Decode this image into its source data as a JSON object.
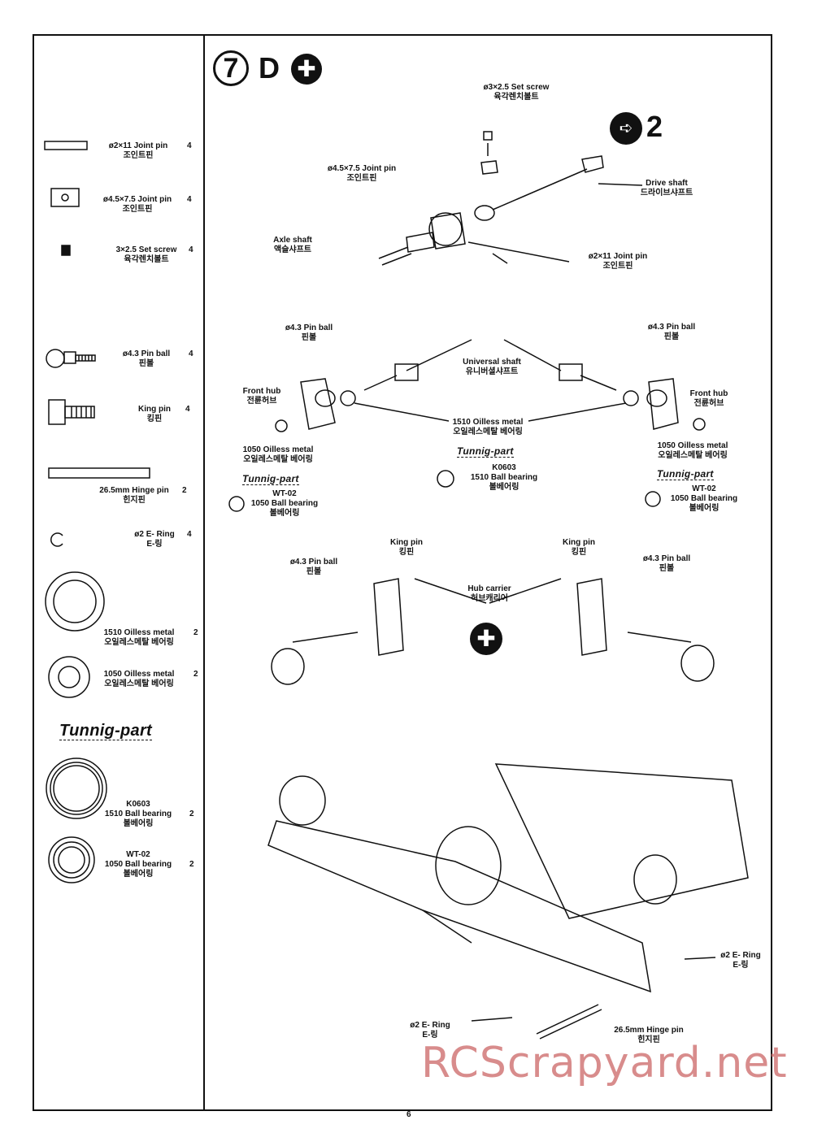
{
  "step": {
    "number": "7",
    "letter": "D",
    "qty_multiplier": "2"
  },
  "parts": [
    {
      "name": "ø2×11 Joint pin",
      "ko": "조인트핀",
      "qty": "4"
    },
    {
      "name": "ø4.5×7.5 Joint pin",
      "ko": "조인트핀",
      "qty": "4"
    },
    {
      "name": "3×2.5 Set screw",
      "ko": "육각렌치볼트",
      "qty": "4"
    },
    {
      "name": "ø4.3 Pin ball",
      "ko": "핀볼",
      "qty": "4"
    },
    {
      "name": "King pin",
      "ko": "킹핀",
      "qty": "4"
    },
    {
      "name": "26.5mm Hinge pin",
      "ko": "힌지핀",
      "qty": "2"
    },
    {
      "name": "ø2 E- Ring",
      "ko": "E-링",
      "qty": "4"
    },
    {
      "name": "1510 Oilless metal",
      "ko": "오일레스메탈 베어링",
      "qty": "2"
    },
    {
      "name": "1050 Oilless metal",
      "ko": "오일레스메탈 베어링",
      "qty": "2"
    }
  ],
  "tuning": {
    "heading": "Tunnig-part",
    "parts": [
      {
        "code": "K0603",
        "name": "1510 Ball bearing",
        "ko": "볼베어링",
        "qty": "2"
      },
      {
        "code": "WT-02",
        "name": "1050 Ball bearing",
        "ko": "볼베어링",
        "qty": "2"
      }
    ]
  },
  "callouts": {
    "set_screw": {
      "name": "ø3×2.5 Set screw",
      "ko": "육각렌치볼트"
    },
    "joint_pin_45": {
      "name": "ø4.5×7.5 Joint pin",
      "ko": "조인트핀"
    },
    "drive_shaft": {
      "name": "Drive shaft",
      "ko": "드라이브샤프트"
    },
    "axle_shaft": {
      "name": "Axle shaft",
      "ko": "액슬샤프트"
    },
    "joint_pin_2": {
      "name": "ø2×11 Joint pin",
      "ko": "조인트핀"
    },
    "pin_ball_left": {
      "name": "ø4.3 Pin ball",
      "ko": "핀볼"
    },
    "pin_ball_right": {
      "name": "ø4.3 Pin ball",
      "ko": "핀볼"
    },
    "universal_shaft": {
      "name": "Universal shaft",
      "ko": "유니버셜샤프트"
    },
    "front_hub_left": {
      "name": "Front hub",
      "ko": "전륜허브"
    },
    "front_hub_right": {
      "name": "Front hub",
      "ko": "전륜허브"
    },
    "oilless_1510": {
      "name": "1510 Oilless metal",
      "ko": "오일레스메탈 베어링"
    },
    "oilless_1050_left": {
      "name": "1050 Oilless metal",
      "ko": "오일레스메탈 베어링"
    },
    "oilless_1050_right": {
      "name": "1050 Oilless metal",
      "ko": "오일레스메탈 베어링"
    },
    "tuning_left": {
      "heading": "Tunnig-part",
      "code": "WT-02",
      "name": "1050 Ball bearing",
      "ko": "볼베어링"
    },
    "tuning_center": {
      "heading": "Tunnig-part",
      "code": "K0603",
      "name": "1510 Ball bearing",
      "ko": "볼베어링"
    },
    "tuning_right": {
      "heading": "Tunnig-part",
      "code": "WT-02",
      "name": "1050 Ball bearing",
      "ko": "볼베어링"
    },
    "king_pin_left": {
      "name": "King pin",
      "ko": "킹핀"
    },
    "king_pin_right": {
      "name": "King pin",
      "ko": "킹핀"
    },
    "pin_ball_lower_left": {
      "name": "ø4.3 Pin ball",
      "ko": "핀볼"
    },
    "pin_ball_lower_right": {
      "name": "ø4.3 Pin ball",
      "ko": "핀볼"
    },
    "hub_carrier": {
      "name": "Hub carrier",
      "ko": "허브캐리어"
    },
    "e_ring_right": {
      "name": "ø2 E- Ring",
      "ko": "E-링"
    },
    "e_ring_bottom": {
      "name": "ø2 E- Ring",
      "ko": "E-링"
    },
    "hinge_pin": {
      "name": "26.5mm Hinge pin",
      "ko": "힌지핀"
    }
  },
  "watermark": "RCScrapyard.net",
  "page_number": "6"
}
